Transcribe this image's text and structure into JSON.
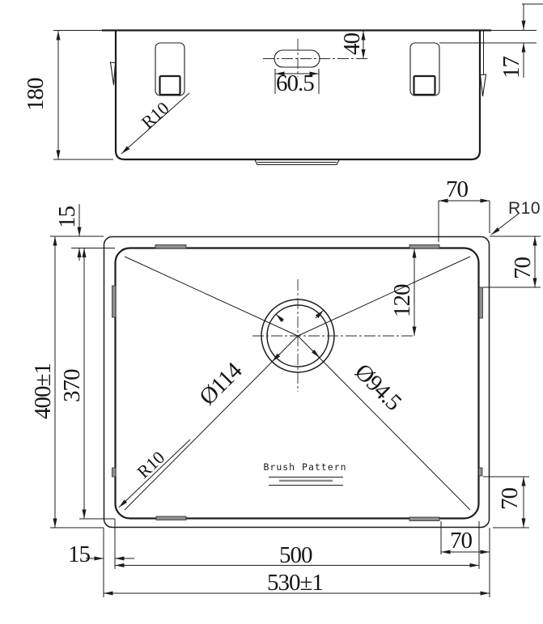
{
  "drawing": {
    "type": "technical-drawing",
    "subject": "undermount sink, front elevation and plan view",
    "colors": {
      "line": "#1c1c1c",
      "tab_fill": "#8f8f8f",
      "brush_accent": "#8a8a8a",
      "background": "#ffffff"
    },
    "dims": {
      "front_height": "180",
      "slot_width": "60.5",
      "slot_from_top": "40",
      "rim_drop": "17",
      "front_corner_radius": "R10",
      "plan_rim_top": "15",
      "plan_top_corner": "70",
      "plan_corner_radius": "R10",
      "plan_right_top": "70",
      "drain_from_top": "120",
      "drain_outer_dia": "Ø114",
      "drain_inner_dia": "Ø94.5",
      "bowl_corner_radius": "R10",
      "plan_right_bottom": "70",
      "plan_bottom_right": "70",
      "plan_rim_left": "15",
      "bowl_width": "500",
      "overall_width": "530±1",
      "bowl_depth": "370",
      "overall_depth": "400±1"
    },
    "labels": {
      "surface_finish": "Brush Pattern"
    }
  }
}
